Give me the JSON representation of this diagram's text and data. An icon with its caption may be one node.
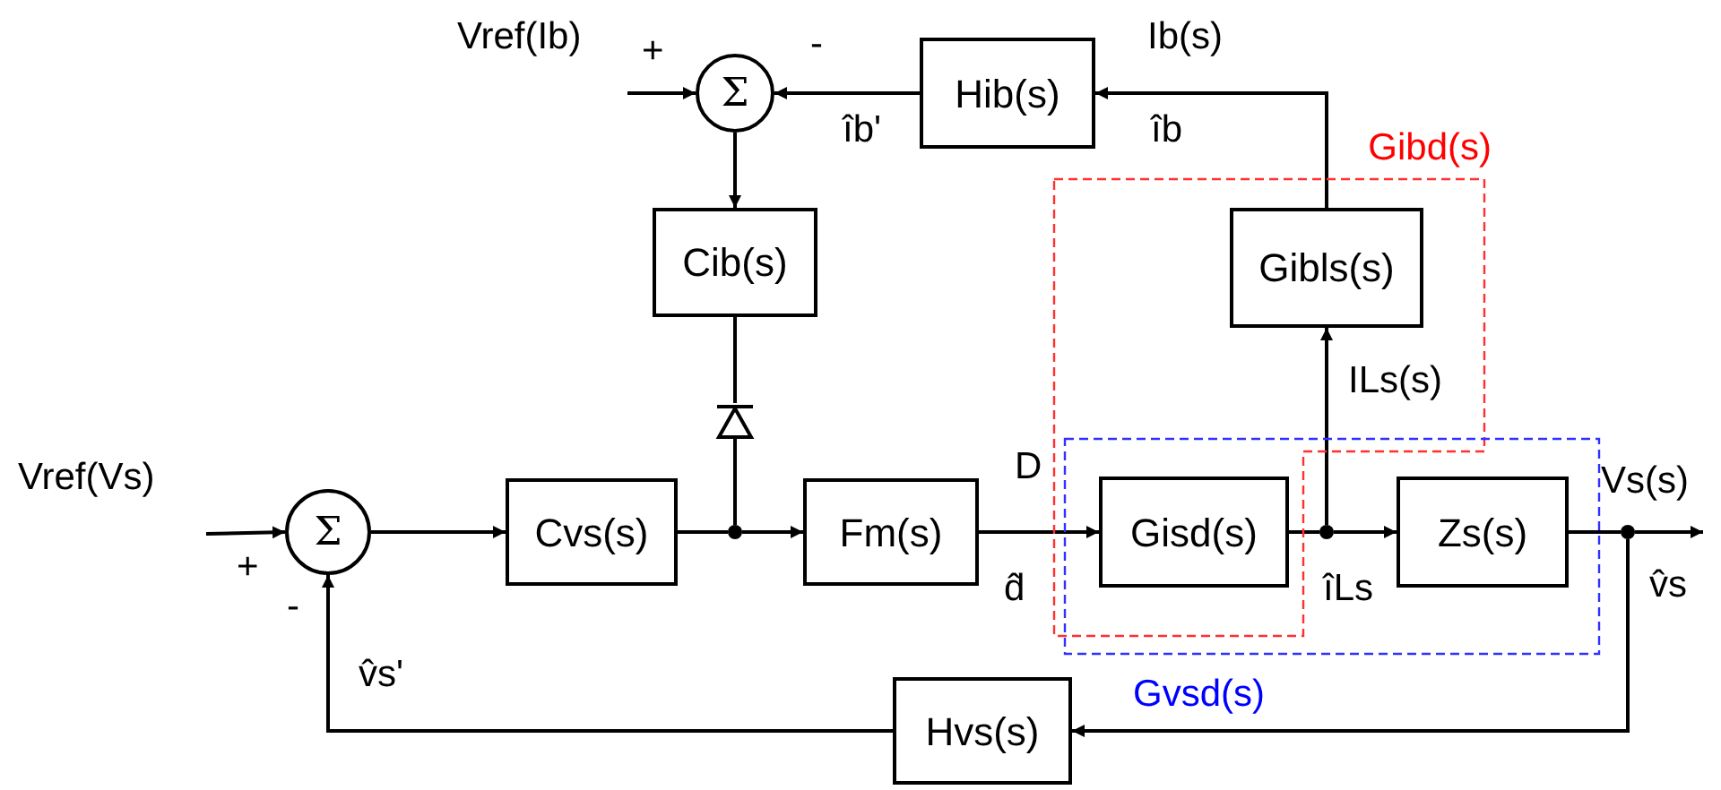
{
  "diagram": {
    "nodes": [
      {
        "text": [
          "Vref(Ib)"
        ]
      },
      {
        "text": [
          "Σ"
        ]
      },
      {
        "text": [
          "Hib(s)"
        ]
      },
      {
        "text": [
          "Gibd(s)"
        ]
      },
      {
        "text": [
          "Gibls(s)"
        ],
        "in": 3
      },
      {
        "text": [
          "Cib(s)"
        ]
      },
      {
        "text": [],
        "shape": "diode"
      },
      {
        "text": [
          "Vref(Vs)"
        ]
      },
      {
        "text": [
          "Σ"
        ]
      },
      {
        "text": [
          "Cvs(s)"
        ]
      },
      {
        "text": [],
        "shape": "dot"
      },
      {
        "text": [
          "Fm(s)"
        ]
      },
      {
        "text": [
          "Gvsd(s)"
        ]
      },
      {
        "text": [
          "Gisd(s)"
        ]
      },
      {
        "text": [],
        "shape": "dot",
        "in": 12
      },
      {
        "text": [
          "Zs(s)"
        ],
        "in": 12
      },
      {
        "text": [],
        "shape": "dot"
      },
      {
        "text": [
          "Hvs(s)"
        ]
      }
    ],
    "edges": [
      {
        "from": 0,
        "to": 1,
        "arrow": "to"
      },
      {
        "from": 2,
        "to": 1,
        "arrow": "to"
      },
      {
        "from": 1,
        "to": 5,
        "arrow": "to"
      },
      {
        "from": 5,
        "to": 6,
        "arrow": "none"
      },
      {
        "from": 6,
        "to": 10,
        "arrow": "none"
      },
      {
        "from": 7,
        "to": 8,
        "arrow": "to"
      },
      {
        "from": 8,
        "to": 9,
        "arrow": "to"
      },
      {
        "from": 9,
        "to": 10,
        "arrow": "none"
      },
      {
        "from": 10,
        "to": 11,
        "arrow": "to"
      },
      {
        "from": 11,
        "to": 13,
        "arrow": "to"
      },
      {
        "from": 13,
        "to": 14,
        "arrow": "none"
      },
      {
        "from": 14,
        "to": 15,
        "arrow": "to"
      },
      {
        "from": 14,
        "to": 4,
        "arrow": "to"
      },
      {
        "from": 4,
        "to": 2,
        "arrow": "to"
      },
      {
        "from": 15,
        "to": 16,
        "arrow": "none"
      },
      {
        "from": 16,
        "to": null,
        "arrow": "to"
      },
      {
        "from": 16,
        "to": 17,
        "arrow": "to"
      },
      {
        "from": 17,
        "to": 8,
        "arrow": "to"
      }
    ],
    "labels": [
      "+",
      "-",
      "Ib(s)",
      "îb'",
      "îb",
      "ILs(s)",
      "D",
      "Vs(s)",
      "+",
      "d̂",
      "îLs",
      "v̂s",
      "-",
      "v̂s'"
    ]
  }
}
